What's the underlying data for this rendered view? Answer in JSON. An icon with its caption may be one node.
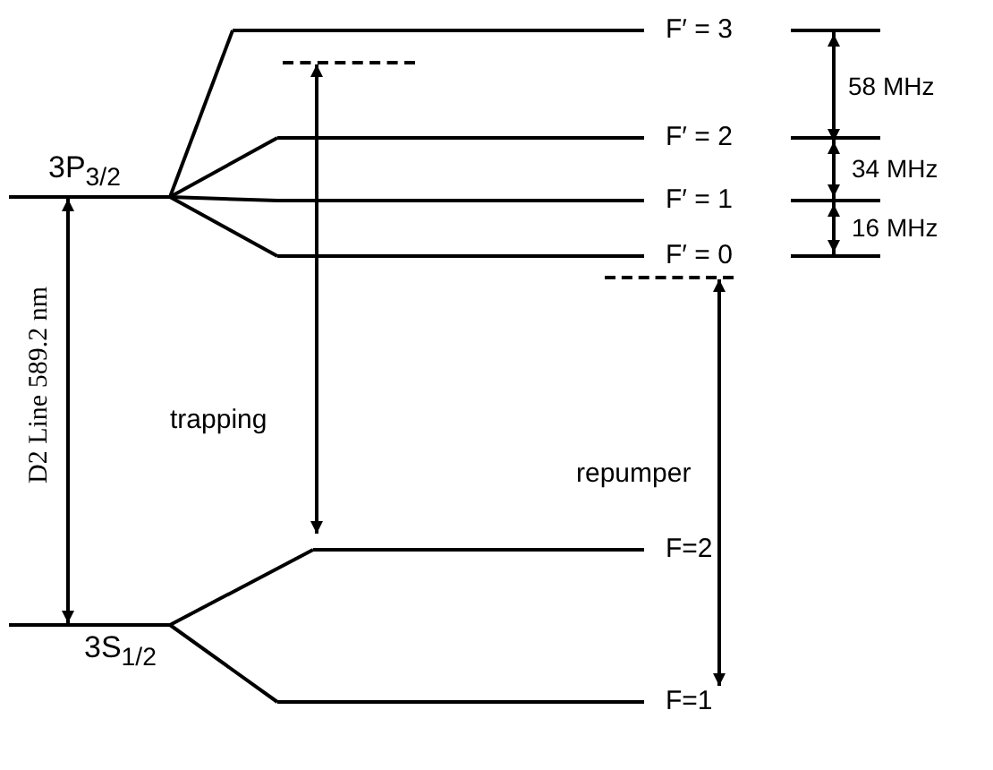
{
  "diagram": {
    "nodes": [
      {
        "text": [
          "3P$_{3/2}$"
        ]
      },
      {
        "text": [
          "3S$_{1/2}$"
        ]
      },
      {
        "text": [
          "F′ = 3"
        ]
      },
      {
        "text": [
          "F′ = 2"
        ]
      },
      {
        "text": [
          "F′ = 1"
        ]
      },
      {
        "text": [
          "F′ = 0"
        ]
      },
      {
        "text": [
          "F=2"
        ]
      },
      {
        "text": [
          "F=1"
        ]
      },
      {
        "text": [],
        "shape": "bar"
      },
      {
        "text": [],
        "shape": "bar"
      }
    ],
    "edges": [
      {
        "from": 0,
        "to": 2,
        "arrow": "none"
      },
      {
        "from": 0,
        "to": 3,
        "arrow": "none"
      },
      {
        "from": 0,
        "to": 4,
        "arrow": "none"
      },
      {
        "from": 0,
        "to": 5,
        "arrow": "none"
      },
      {
        "from": 1,
        "to": 6,
        "arrow": "none"
      },
      {
        "from": 1,
        "to": 7,
        "arrow": "none"
      },
      {
        "from": 0,
        "to": 1,
        "arrow": "both",
        "label": "D2 Line  589.2 nm"
      },
      {
        "from": 8,
        "to": 6,
        "arrow": "both",
        "label": "trapping"
      },
      {
        "from": 9,
        "to": 7,
        "arrow": "both",
        "label": "repumper"
      }
    ],
    "labels": [
      "58 MHz",
      "34 MHz",
      "16 MHz"
    ]
  }
}
